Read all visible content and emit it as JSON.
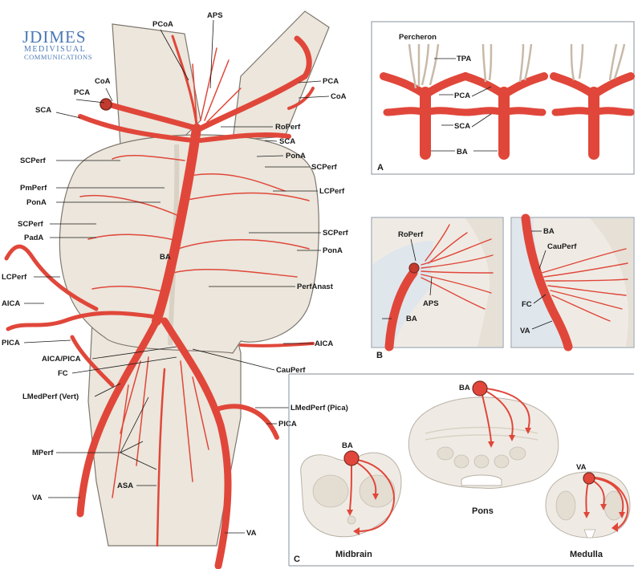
{
  "logo": {
    "line1": "JDIMES",
    "line2": "MEDIVISUAL",
    "line3": "COMMUNICATIONS"
  },
  "colors": {
    "artery": "#e0473a",
    "brainstem": "#ece6dc",
    "panel_border": "#9aa3ad",
    "logo": "#4a78b5"
  },
  "main_labels": {
    "pcoa": "PCoA",
    "aps": "APS",
    "coa_left": "CoA",
    "pca_left": "PCA",
    "sca_left": "SCA",
    "pca_right": "PCA",
    "coa_right": "CoA",
    "roperf": "RoPerf",
    "sca_right": "SCA",
    "pona_top": "PonA",
    "scperf_right_top": "SCPerf",
    "scperf_left_top": "SCPerf",
    "pmperf": "PmPerf",
    "pona_left": "PonA",
    "lcperf_right": "LCPerf",
    "scperf_left_mid": "SCPerf",
    "pada": "PadA",
    "scperf_right_mid": "SCPerf",
    "pona_right": "PonA",
    "ba": "BA",
    "lcperf_left": "LCPerf",
    "perfanast": "PerfAnast",
    "aica_left": "AICA",
    "pica_left": "PICA",
    "aica_right": "AICA",
    "aica_pica": "AICA/PICA",
    "cauperf": "CauPerf",
    "fc": "FC",
    "lmedperf_vert": "LMedPerf (Vert)",
    "lmedperf_pica": "LMedPerf (Pica)",
    "pica_right": "PICA",
    "mperf": "MPerf",
    "va_left": "VA",
    "asa": "ASA",
    "va_right": "VA"
  },
  "panel_a": {
    "letter": "A",
    "percheron": "Percheron",
    "tpa": "TPA",
    "pca": "PCA",
    "sca": "SCA",
    "ba": "BA"
  },
  "panel_b": {
    "letter": "B",
    "roperf": "RoPerf",
    "aps": "APS",
    "ba_left": "BA",
    "ba_right": "BA",
    "cauperf": "CauPerf",
    "fc": "FC",
    "va": "VA"
  },
  "panel_c": {
    "letter": "C",
    "ba_pons": "BA",
    "ba_midbrain": "BA",
    "va": "VA",
    "pons": "Pons",
    "midbrain": "Midbrain",
    "medulla": "Medulla"
  }
}
